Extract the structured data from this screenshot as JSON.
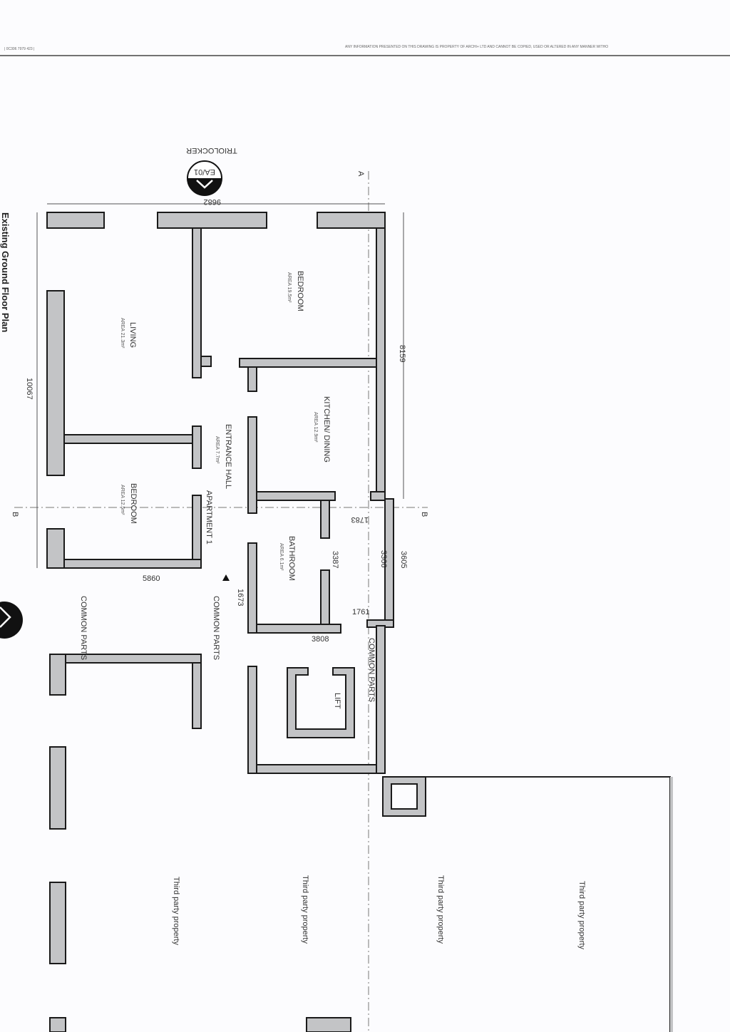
{
  "header": {
    "ref": "| 0C306 7979 423 |",
    "notice": "ANY INFORMATION PRESENTED ON THIS DRAWING IS PROPERTY OF ARCHI+ LTD AND CANNOT BE COPIED, USED OR ALTERED IN ANY MANNER WITHO"
  },
  "title": "Existing Ground Floor Plan",
  "section_marker": {
    "code": "EA/01",
    "label": "TRIOLOCKER"
  },
  "section_lines": {
    "a": "A",
    "b": "B"
  },
  "rooms": [
    {
      "name": "BEDROOM",
      "area": "AREA 19.5m²"
    },
    {
      "name": "LIVING",
      "area": "AREA 21.3m²"
    },
    {
      "name": "KITCHEN/ DINING",
      "area": "AREA 12.9m²"
    },
    {
      "name": "ENTRANCE HALL",
      "area": "AREA 7.7m²"
    },
    {
      "name": "BEDROOM",
      "area": "AREA 12.5m²"
    },
    {
      "name": "BATHROOM",
      "area": "AREA 6.1m²"
    }
  ],
  "labels": {
    "apartment": "APARTMENT 1",
    "common_parts": "COMMON PARTS",
    "lift": "LIFT",
    "third_party": "Third party property"
  },
  "dimensions": {
    "d9682": "9682",
    "d8159": "8159",
    "d10067": "10067",
    "d5860": "5860",
    "d1673": "1673",
    "d3808": "3808",
    "d1761": "1761",
    "d3387": "3387",
    "d3366": "3366",
    "d3605": "3605",
    "d1783": "1783"
  },
  "colors": {
    "wall_fill": "#c3c4c6",
    "wall_stroke": "#1a1a1a"
  }
}
